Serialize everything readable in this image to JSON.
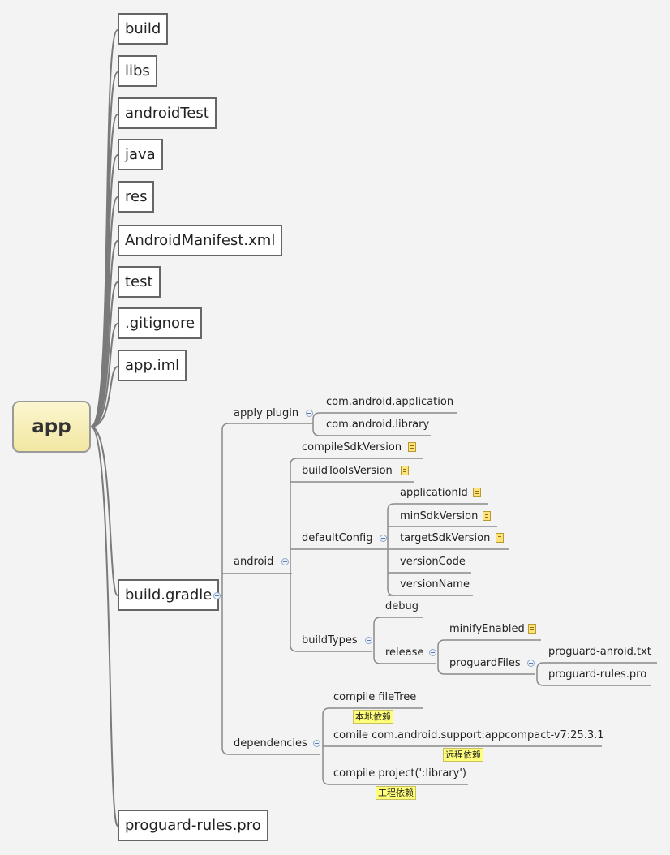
{
  "root": "app",
  "top_nodes": [
    "build",
    "libs",
    "androidTest",
    "java",
    "res",
    "AndroidManifest.xml",
    "test",
    ".gitignore",
    "app.iml",
    "build.gradle",
    "proguard-rules.pro"
  ],
  "gradle": {
    "apply_plugin": "apply plugin",
    "plugins": [
      "com.android.application",
      "com.android.library"
    ],
    "android": "android",
    "compile_sdk": "compileSdkVersion",
    "build_tools": "buildToolsVersion",
    "default_config": "defaultConfig",
    "default_config_items": [
      "applicationId",
      "minSdkVersion",
      "targetSdkVersion",
      "versionCode",
      "versionName"
    ],
    "build_types": "buildTypes",
    "debug": "debug",
    "release": "release",
    "minify": "minifyEnabled",
    "proguard_files": "proguardFiles",
    "proguard_items": [
      "proguard-anroid.txt",
      "proguard-rules.pro"
    ],
    "dependencies": "dependencies",
    "deps": [
      {
        "label": "compile fileTree",
        "tag": "本地依赖"
      },
      {
        "label": "comile com.android.support:appcompact-v7:25.3.1",
        "tag": "远程依赖"
      },
      {
        "label": "compile project(':library')",
        "tag": "工程依赖"
      }
    ]
  }
}
